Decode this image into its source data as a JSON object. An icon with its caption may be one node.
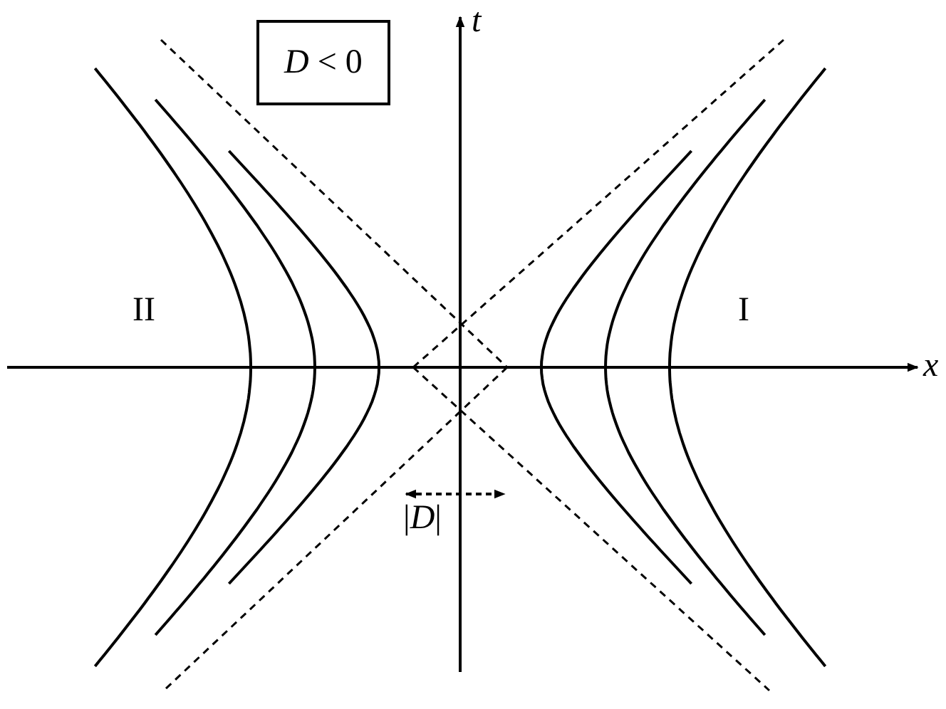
{
  "diagram": {
    "nodes": [
      {
        "text": [
          "*D* < 0"
        ]
      }
    ],
    "labels": [
      "*t*",
      "II",
      "I",
      "*x*",
      "|*D*|"
    ]
  }
}
